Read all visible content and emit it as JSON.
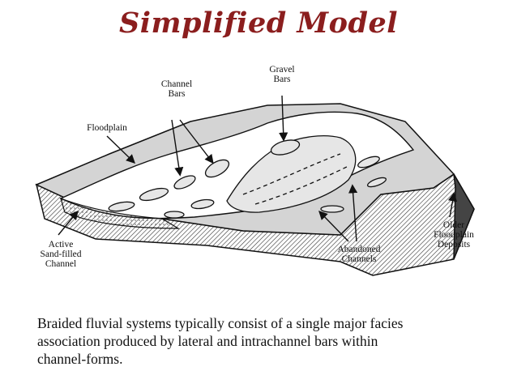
{
  "title": "Simplified Model",
  "labels": {
    "channel_bars": [
      "Channel",
      "Bars"
    ],
    "gravel_bars": [
      "Gravel",
      "Bars"
    ],
    "floodplain": "Floodplain",
    "active_channel": [
      "Active",
      "Sand-filled",
      "Channel"
    ],
    "abandoned_channels": [
      "Abandoned",
      "Channels"
    ],
    "older_floodplain": [
      "Older",
      "Floodplain",
      "Deposits"
    ]
  },
  "caption": [
    "Braided fluvial systems typically consist of a single major facies",
    "association produced by lateral and intrachannel bars within",
    "channel-forms."
  ],
  "colors": {
    "title": "#8b1e1e",
    "ink": "#111111"
  }
}
